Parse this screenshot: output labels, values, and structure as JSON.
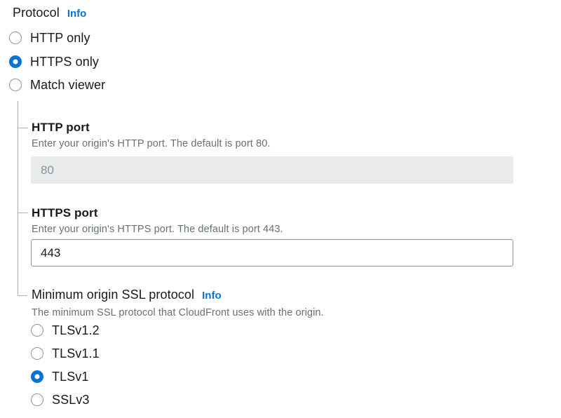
{
  "colors": {
    "accent_blue": "#0972d3",
    "label_text": "#16191f",
    "secondary_text": "#687078",
    "connector_gray": "#a9b4ba",
    "disabled_input_bg": "#e9ebed",
    "input_border": "#879596"
  },
  "protocol_group": {
    "label": "Protocol",
    "info_label": "Info",
    "selected_value": "HTTPS only",
    "options": [
      {
        "label": "HTTP only",
        "selected": false
      },
      {
        "label": "HTTPS only",
        "selected": true
      },
      {
        "label": "Match viewer",
        "selected": false
      }
    ]
  },
  "http_port": {
    "label": "HTTP port",
    "description": "Enter your origin's HTTP port. The default is port 80.",
    "value": "80",
    "disabled": true
  },
  "https_port": {
    "label": "HTTPS port",
    "description": "Enter your origin's HTTPS port. The default is port 443.",
    "value": "443",
    "disabled": false
  },
  "min_ssl_group": {
    "label": "Minimum origin SSL protocol",
    "info_label": "Info",
    "description": "The minimum SSL protocol that CloudFront uses with the origin.",
    "selected_value": "TLSv1",
    "options": [
      {
        "label": "TLSv1.2",
        "selected": false
      },
      {
        "label": "TLSv1.1",
        "selected": false
      },
      {
        "label": "TLSv1",
        "selected": true
      },
      {
        "label": "SSLv3",
        "selected": false
      }
    ]
  }
}
